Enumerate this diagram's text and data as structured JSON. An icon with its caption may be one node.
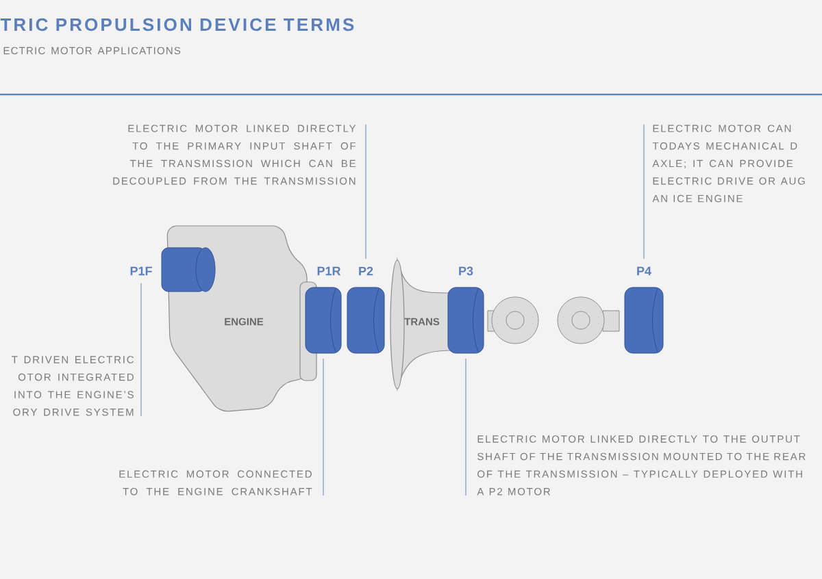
{
  "diagram": {
    "title": "TRIC PROPULSION DEVICE TERMS",
    "nodes": [
      {
        "text": [
          "ELECTRIC MOTOR LINKED DIRECTLY TO THE PRIMARY INPUT SHAFT OF THE TRANSMISSION WHICH CAN BE DECOUPLED FROM THE TRANSMISSION"
        ]
      },
      {
        "text": [
          "ELECTRIC MOTOR CAN TODAYS MECHANICAL D AXLE; IT CAN PROVIDE ELECTRIC DRIVE OR AUG AN ICE ENGINE"
        ]
      },
      {
        "text": [
          "ENGINE"
        ]
      },
      {
        "text": [
          "P1F"
        ]
      },
      {
        "text": [
          "P1R"
        ]
      },
      {
        "text": [
          "P2"
        ]
      },
      {
        "text": [
          "TRANS"
        ]
      },
      {
        "text": [
          "P3"
        ]
      },
      {
        "text": [
          "P4"
        ]
      },
      {
        "text": [
          "T DRIVEN ELECTRIC OTOR INTEGRATED INTO THE ENGINE’S ORY DRIVE SYSTEM"
        ]
      },
      {
        "text": [
          "ELECTRIC MOTOR CONNECTED TO THE ENGINE CRANKSHAFT"
        ]
      },
      {
        "text": [
          "ELECTRIC MOTOR LINKED DIRECTLY TO THE OUTPUT SHAFT OF THE TRANSMISSION MOUNTED TO THE REAR OF THE TRANSMISSION – TYPICALLY DEPLOYED WITH A P2 MOTOR"
        ]
      }
    ],
    "edges": [
      {
        "from": 0,
        "to": 5,
        "arrow": "none"
      },
      {
        "from": 1,
        "to": 8,
        "arrow": "none"
      },
      {
        "from": 9,
        "to": 3,
        "arrow": "none"
      },
      {
        "from": 10,
        "to": 4,
        "arrow": "none"
      },
      {
        "from": 11,
        "to": 7,
        "arrow": "none"
      }
    ],
    "labels": [
      "ECTRIC MOTOR APPLICATIONS"
    ]
  }
}
